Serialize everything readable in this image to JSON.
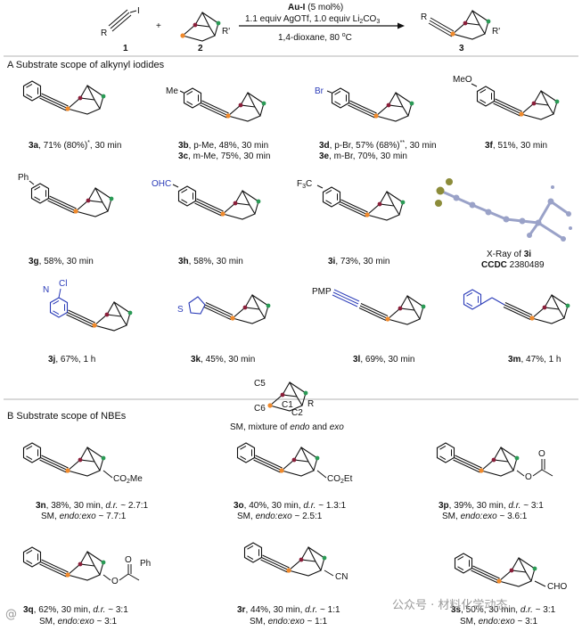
{
  "scheme": {
    "reactant1_atom": "I",
    "reactant1_r": "R",
    "reactant1_label": "1",
    "plus": "+",
    "reactant2_r": "R'",
    "reactant2_label": "2",
    "catalyst": "Au-I",
    "catalyst_loading": "(5 mol%)",
    "reagents": "1.1 equiv AgOTf, 1.0 equiv Li",
    "reagents_sub": "2",
    "reagents_tail": "CO",
    "reagents_sub2": "3",
    "conditions": "1,4-dioxane, 80 ",
    "conditions_sup": "o",
    "conditions_tail": "C",
    "product_r": "R",
    "product_r2": "R'",
    "product_label": "3"
  },
  "section_a": {
    "title": "A Substrate scope of alkynyl iodides",
    "items": [
      {
        "id": "3a",
        "text": ", 71% (80%)",
        "sup": "*",
        "tail": ", 30 min"
      },
      {
        "id": "3b",
        "text": ", p-Me, 48%, 30 min"
      },
      {
        "id": "3c",
        "text": ", m-Me, 75%, 30 min"
      },
      {
        "id": "3d",
        "text": ", p-Br, 57% (68%)",
        "sup": "**",
        "tail": ", 30 min"
      },
      {
        "id": "3e",
        "text": ", m-Br, 70%, 30 min"
      },
      {
        "id": "3f",
        "text": ", 51%, 30 min"
      },
      {
        "id": "3g",
        "text": ", 58%, 30 min"
      },
      {
        "id": "3h",
        "text": ", 58%, 30 min"
      },
      {
        "id": "3i",
        "text": ", 73%, 30 min"
      },
      {
        "id": "3j",
        "text": ", 67%, 1 h"
      },
      {
        "id": "3k",
        "text": ", 45%, 30 min"
      },
      {
        "id": "3l",
        "text": ", 69%, 30 min"
      },
      {
        "id": "3m",
        "text": ", 47%, 1 h"
      }
    ],
    "substituents": {
      "me": "Me",
      "br": "Br",
      "meo": "MeO",
      "ph": "Ph",
      "ohc": "OHC",
      "f3c": "F",
      "f3c_sub": "3",
      "f3c_c": "C",
      "cl": "Cl",
      "n": "N",
      "s": "S",
      "pmp": "PMP"
    },
    "xray": {
      "line1": "X-Ray of ",
      "line1_b": "3i",
      "line2": "CCDC",
      "line2_tail": " 2380489"
    }
  },
  "section_b": {
    "title": "B Substrate scope of NBEs",
    "numbering": {
      "c5": "C5",
      "c6": "C6",
      "c1": "C1",
      "c2": "C2",
      "r": "R"
    },
    "sm_note": "SM, mixture of ",
    "sm_endo": "endo",
    "sm_and": " and ",
    "sm_exo": "exo",
    "items": [
      {
        "id": "3n",
        "line1": ", 38%, 30 min, ",
        "dr": "d.r.",
        "dr_val": " ~ 2.7:1",
        "line2": "SM, ",
        "ratio_val": " ~ 7.7:1",
        "group": "CO",
        "group_sub": "2",
        "group_tail": "Me"
      },
      {
        "id": "3o",
        "line1": ", 40%, 30 min, ",
        "dr": "d.r.",
        "dr_val": " ~ 1.3:1",
        "line2": "SM, ",
        "ratio_val": " ~ 2.5:1",
        "group": "CO",
        "group_sub": "2",
        "group_tail": "Et"
      },
      {
        "id": "3p",
        "line1": ", 39%, 30 min, ",
        "dr": "d.r.",
        "dr_val": " ~ 3:1",
        "line2": "SM, ",
        "ratio_val": " ~ 3.6:1",
        "o1": "O",
        "o2": "O"
      },
      {
        "id": "3q",
        "line1": ", 62%, 30 min, ",
        "dr": "d.r.",
        "dr_val": " ~ 3:1",
        "line2": "SM, ",
        "ratio_val": " ~ 3:1",
        "o1": "O",
        "o2": "O",
        "ph": "Ph"
      },
      {
        "id": "3r",
        "line1": ", 44%, 30 min, ",
        "dr": "d.r.",
        "dr_val": " ~ 1:1",
        "line2": "SM, ",
        "ratio_val": " ~ 1:1",
        "group": "CN"
      },
      {
        "id": "3s",
        "line1": ", 50%, 30 min, ",
        "dr": "d.r.",
        "dr_val": " ~ 3:1",
        "line2": "SM, ",
        "ratio_val": " ~ 3:1",
        "group": "CHO"
      }
    ],
    "endo_exo": "endo:exo"
  },
  "watermark": {
    "left": "@ ",
    "right": "公众号 · 材料化学动态"
  },
  "colors": {
    "orange": "#f08a2c",
    "green": "#2a9a55",
    "maroon": "#8a1f3a",
    "blue": "#2a3bb8",
    "xray_grey": "#9aa2c8",
    "xray_olive": "#8c8c3a"
  }
}
